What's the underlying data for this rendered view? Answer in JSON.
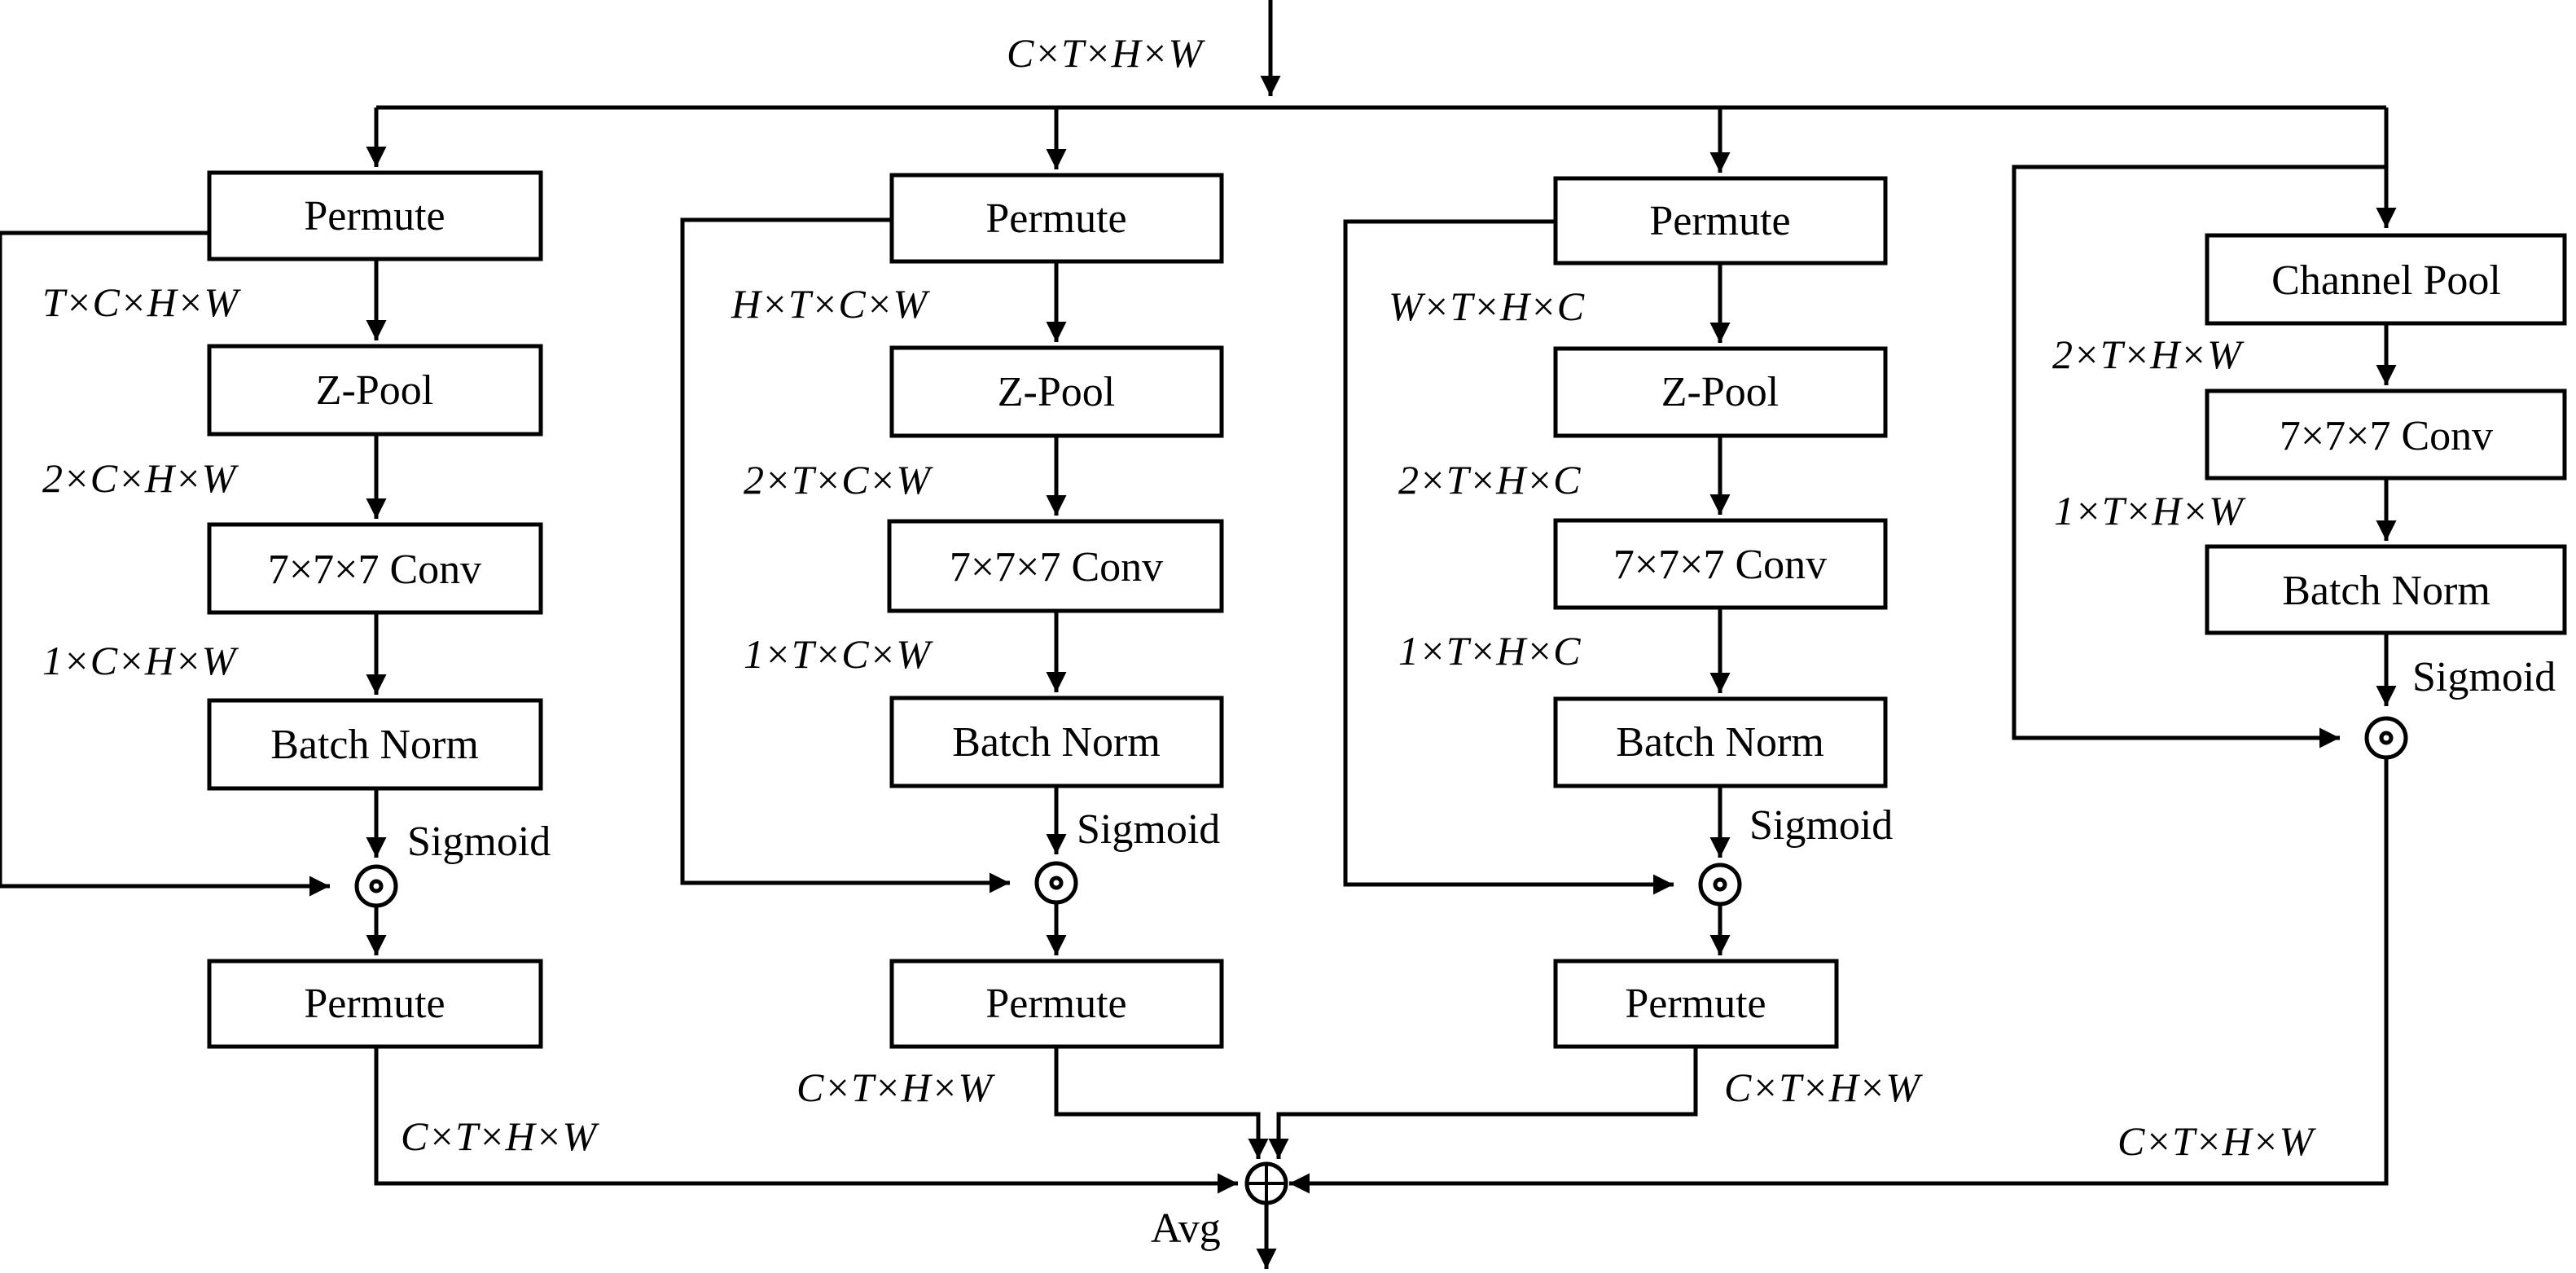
{
  "input_dims": "C×T×H×W",
  "branches": [
    {
      "permute_in": "Permute",
      "dim1": "T×C×H×W",
      "pool": "Z-Pool",
      "dim2": "2×C×H×W",
      "conv": "7×7×7 Conv",
      "dim3": "1×C×H×W",
      "norm": "Batch Norm",
      "activation": "Sigmoid",
      "permute_out": "Permute",
      "out_dims": "C×T×H×W"
    },
    {
      "permute_in": "Permute",
      "dim1": "H×T×C×W",
      "pool": "Z-Pool",
      "dim2": "2×T×C×W",
      "conv": "7×7×7 Conv",
      "dim3": "1×T×C×W",
      "norm": "Batch Norm",
      "activation": "Sigmoid",
      "permute_out": "Permute",
      "out_dims": "C×T×H×W"
    },
    {
      "permute_in": "Permute",
      "dim1": "W×T×H×C",
      "pool": "Z-Pool",
      "dim2": "2×T×H×C",
      "conv": "7×7×7 Conv",
      "dim3": "1×T×H×C",
      "norm": "Batch Norm",
      "activation": "Sigmoid",
      "permute_out": "Permute",
      "out_dims": "C×T×H×W"
    },
    {
      "pool": "Channel Pool",
      "dim2": "2×T×H×W",
      "conv": "7×7×7 Conv",
      "dim3": "1×T×H×W",
      "norm": "Batch Norm",
      "activation": "Sigmoid",
      "out_dims": "C×T×H×W"
    }
  ],
  "operators": {
    "multiply_symbol": "⊙",
    "add_symbol": "⊕",
    "aggregate": "Avg"
  }
}
